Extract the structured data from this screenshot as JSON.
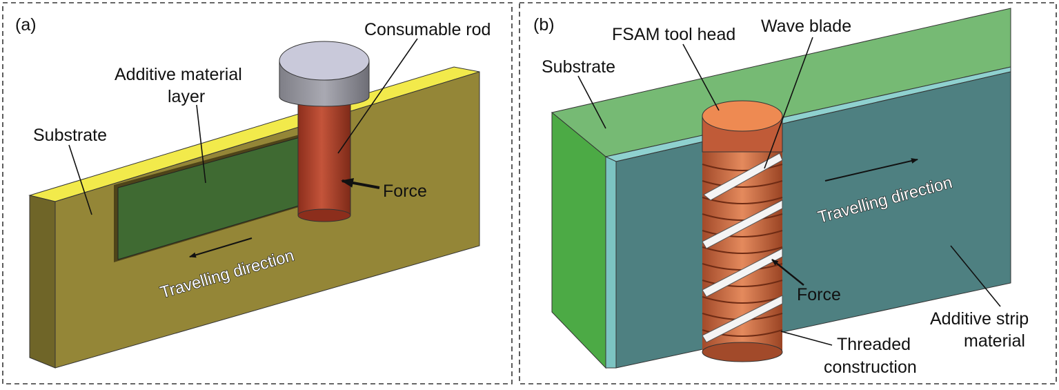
{
  "panel_a": {
    "tag": "(a)",
    "labels": {
      "consumable_rod": "Consumable rod",
      "additive_layer_1": "Additive material",
      "additive_layer_2": "layer",
      "substrate": "Substrate",
      "force": "Force",
      "travel": "Travelling direction"
    }
  },
  "panel_b": {
    "tag": "(b)",
    "labels": {
      "tool_head": "FSAM tool head",
      "wave_blade": "Wave blade",
      "substrate": "Substrate",
      "travel": "Travelling direction",
      "force": "Force",
      "strip_1": "Additive strip",
      "strip_2": "material",
      "threaded_1": "Threaded",
      "threaded_2": "construction"
    }
  },
  "colors": {
    "substrate_a": "#948637",
    "layer_edge_a": "#F2EA4B",
    "additive_layer_a": "#3F6A32",
    "rod": "#B2442C",
    "rod_cap": "#C9C9DA",
    "substrate_b": "#6FB56B",
    "strip_b": "#4E8081",
    "tool": "#C8683F",
    "tool_head": "#EE8A52"
  }
}
